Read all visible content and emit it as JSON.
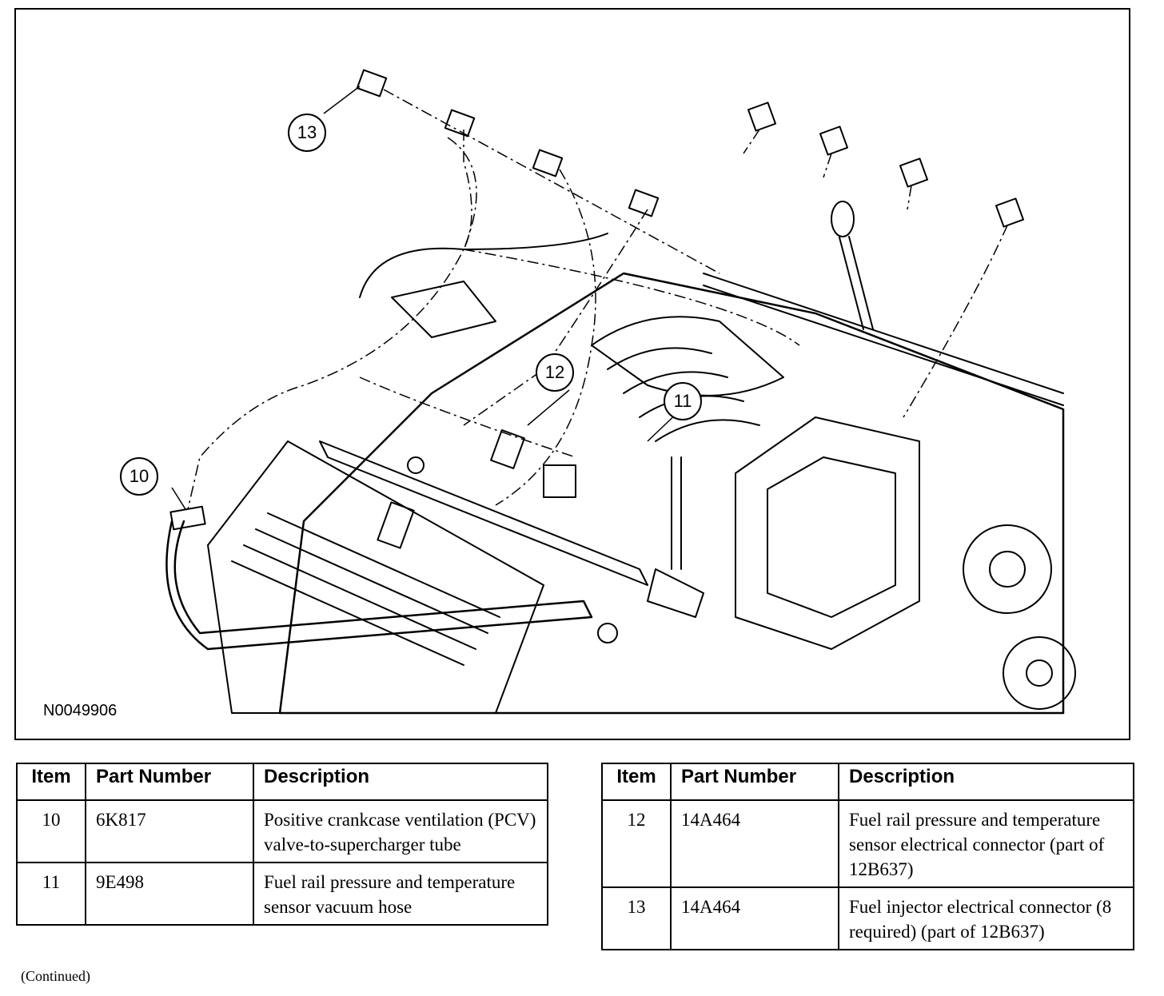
{
  "figure": {
    "id": "N0049906",
    "callouts": [
      "10",
      "11",
      "12",
      "13"
    ]
  },
  "tables": [
    {
      "headers": [
        "Item",
        "Part Number",
        "Description"
      ],
      "rows": [
        {
          "item": "10",
          "part": "6K817",
          "desc": "Positive crankcase ventilation (PCV) valve-to-supercharger tube"
        },
        {
          "item": "11",
          "part": "9E498",
          "desc": "Fuel rail pressure and temperature sensor vacuum hose"
        }
      ]
    },
    {
      "headers": [
        "Item",
        "Part Number",
        "Description"
      ],
      "rows": [
        {
          "item": "12",
          "part": "14A464",
          "desc": "Fuel rail pressure and temperature sensor electrical connector (part of 12B637)"
        },
        {
          "item": "13",
          "part": "14A464",
          "desc": "Fuel injector electrical connector (8 required) (part of 12B637)"
        }
      ]
    }
  ],
  "footer": "(Continued)"
}
